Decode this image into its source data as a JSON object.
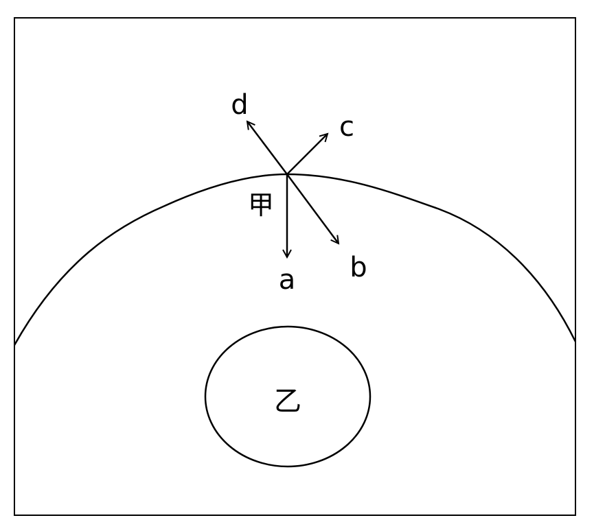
{
  "diagram": {
    "point_label": "甲",
    "inner_body_label": "乙",
    "arrows": [
      {
        "id": "a",
        "label": "a"
      },
      {
        "id": "b",
        "label": "b"
      },
      {
        "id": "c",
        "label": "c"
      },
      {
        "id": "d",
        "label": "d"
      }
    ],
    "stroke_color": "#000000",
    "background_color": "#ffffff"
  }
}
